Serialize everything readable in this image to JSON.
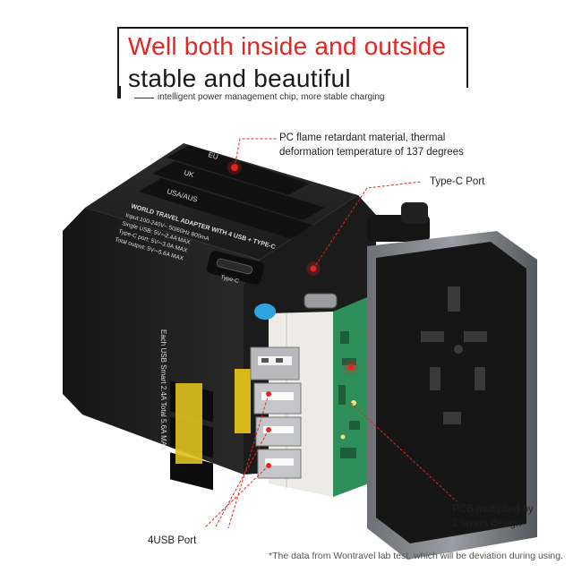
{
  "headline": {
    "line1": "Well both inside and outside",
    "line2": "stable and beautiful",
    "subtitle": "intelligent power management chip, more stable charging"
  },
  "callouts": {
    "pc_material": [
      "PC flame retardant material, thermal",
      "deformation temperature of 137 degrees"
    ],
    "typec_port": "Type-C Port",
    "pcb": [
      "PCB multiplied by",
      "2 layers design"
    ],
    "usb_port": "4USB Port"
  },
  "device_labels": {
    "eu": "EU",
    "uk": "UK",
    "usa_aus": "USA/AUS",
    "spec_title": "WORLD TRAVEL ADAPTER WITH 4 USB + TYPE-C",
    "spec_lines": [
      "Input:100-240V~ 50/60Hz 800mA",
      "Single USB: 5V⎓2.4A MAX",
      "Type-C port: 5V⎓3.0A MAX",
      "Total output: 5V⎓5.6A MAX"
    ],
    "typec_label": "Type-C",
    "usb_side_label": "Each USB Smart 2.4A Total 5.6A MAX"
  },
  "footnote": "*The data from Wontravel lab test, which will be deviation during using.",
  "colors": {
    "accent": "#e52521",
    "body": "#1e1e1e",
    "pcb": "#2f8f5a",
    "callout_line": "#e52521"
  }
}
